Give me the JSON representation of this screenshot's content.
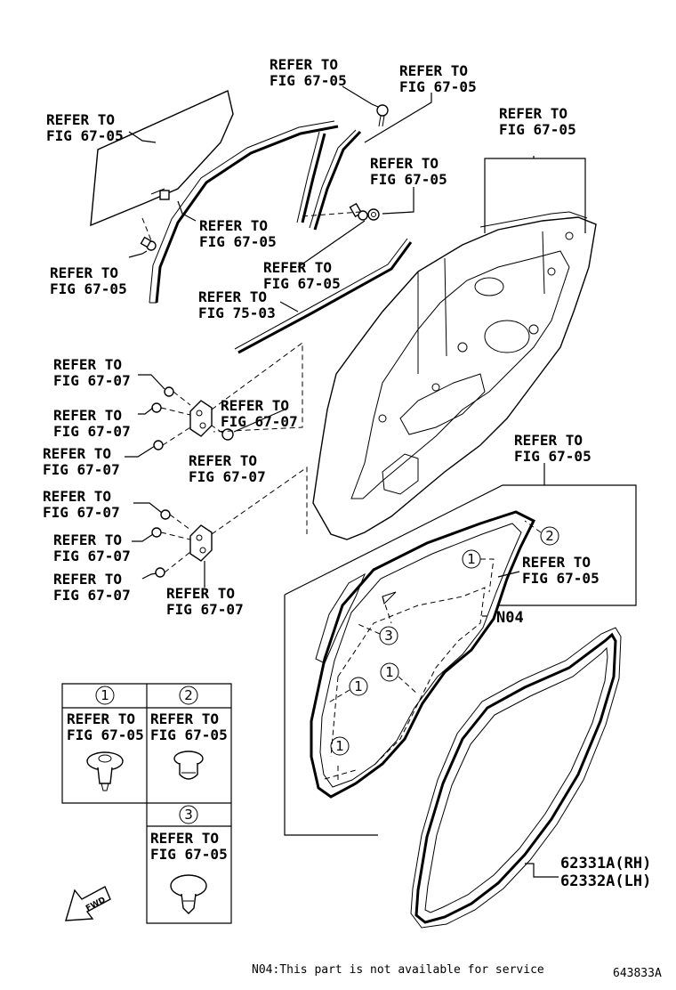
{
  "refs": {
    "r01": [
      "REFER TO",
      "FIG 67-05"
    ],
    "r02": [
      "REFER TO",
      "FIG 67-05"
    ],
    "r03": [
      "REFER TO",
      "FIG 67-05"
    ],
    "r04": [
      "REFER TO",
      "FIG 67-05"
    ],
    "r05": [
      "REFER TO",
      "FIG 67-05"
    ],
    "r06": [
      "REFER TO",
      "FIG 67-05"
    ],
    "r07": [
      "REFER TO",
      "FIG 67-05"
    ],
    "r08": [
      "REFER TO",
      "FIG 67-05"
    ],
    "r09": [
      "REFER TO",
      "FIG 75-03"
    ],
    "r10": [
      "REFER TO",
      "FIG 67-07"
    ],
    "r11": [
      "REFER TO",
      "FIG 67-07"
    ],
    "r12": [
      "REFER TO",
      "FIG 67-07"
    ],
    "r13": [
      "REFER TO",
      "FIG 67-07"
    ],
    "r14": [
      "REFER TO",
      "FIG 67-07"
    ],
    "r15": [
      "REFER TO",
      "FIG 67-07"
    ],
    "r16": [
      "REFER TO",
      "FIG 67-07"
    ],
    "r17": [
      "REFER TO",
      "FIG 67-07"
    ],
    "r18": [
      "REFER TO",
      "FIG 67-05"
    ],
    "r19": [
      "REFER TO",
      "FIG 67-05"
    ]
  },
  "callouts": {
    "c1a": "1",
    "c1b": "1",
    "c1c": "1",
    "c1d": "1",
    "c2": "2",
    "c3": "3"
  },
  "legend": {
    "h1": "1",
    "h2": "2",
    "h3": "3",
    "t1": [
      "REFER TO",
      "FIG 67-05"
    ],
    "t2": [
      "REFER TO",
      "FIG 67-05"
    ],
    "t3": [
      "REFER TO",
      "FIG 67-05"
    ]
  },
  "n04_label": "N04",
  "part_numbers": [
    "62331A(RH)",
    "62332A(LH)"
  ],
  "fwd_label": "FWD",
  "footnote": "N04:This part is not available for service",
  "diagram_id": "643833A"
}
